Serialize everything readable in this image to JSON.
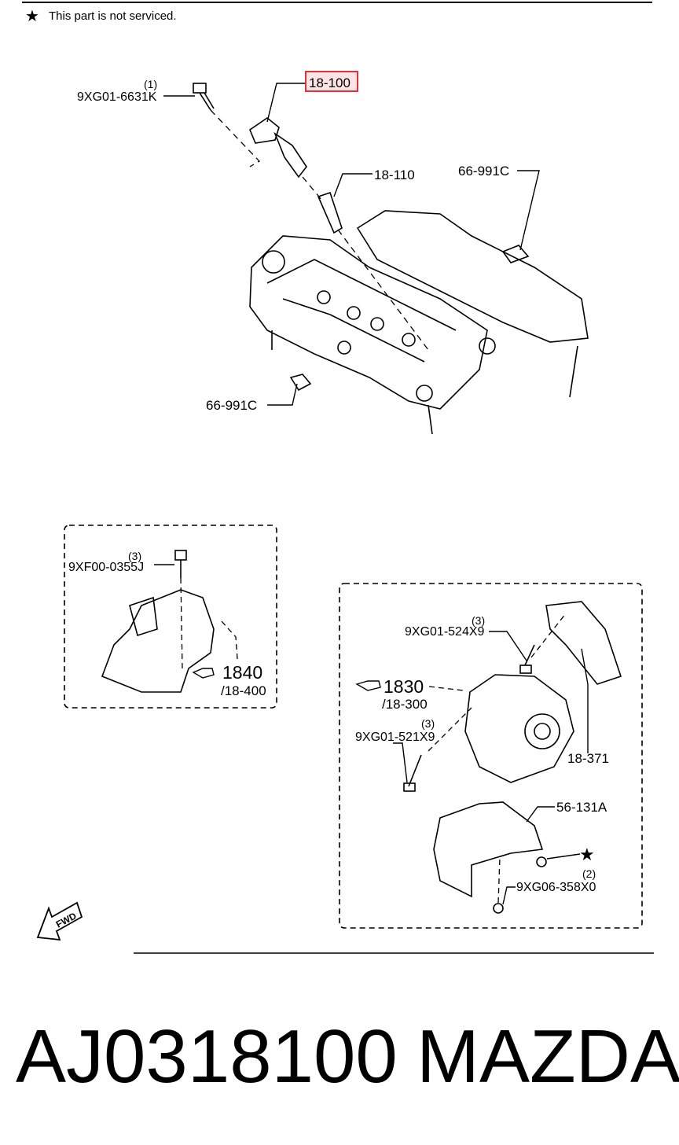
{
  "note": {
    "star": "★",
    "text": "This part is not serviced."
  },
  "labels": {
    "bolt_top": "9XG01-6631K",
    "bolt_top_qty": "(1)",
    "coil": "18-100",
    "plug": "18-110",
    "sensor_right": "66-991C",
    "sensor_left": "66-991C",
    "starter_bolt": "9XF00-0355J",
    "starter_bolt_qty": "(3)",
    "starter_ref": "1840",
    "starter_sub": "/18-400",
    "alt_bolt_upper": "9XG01-524X9",
    "alt_bolt_upper_qty": "(3)",
    "alt_ref": "1830",
    "alt_sub": "/18-300",
    "alt_bolt_lower": "9XG01-521X9",
    "alt_bolt_lower_qty": "(3)",
    "bracket": "18-371",
    "shield": "56-131A",
    "shield_bolt": "9XG06-358X0",
    "shield_bolt_qty": "(2)",
    "shield_star": "★",
    "fwd": "FWD"
  },
  "footer": {
    "part_number": "AJ0318100",
    "brand": "MAZDA"
  },
  "colors": {
    "highlight": "#e0343c",
    "highlight_fill": "#fde3e4"
  }
}
